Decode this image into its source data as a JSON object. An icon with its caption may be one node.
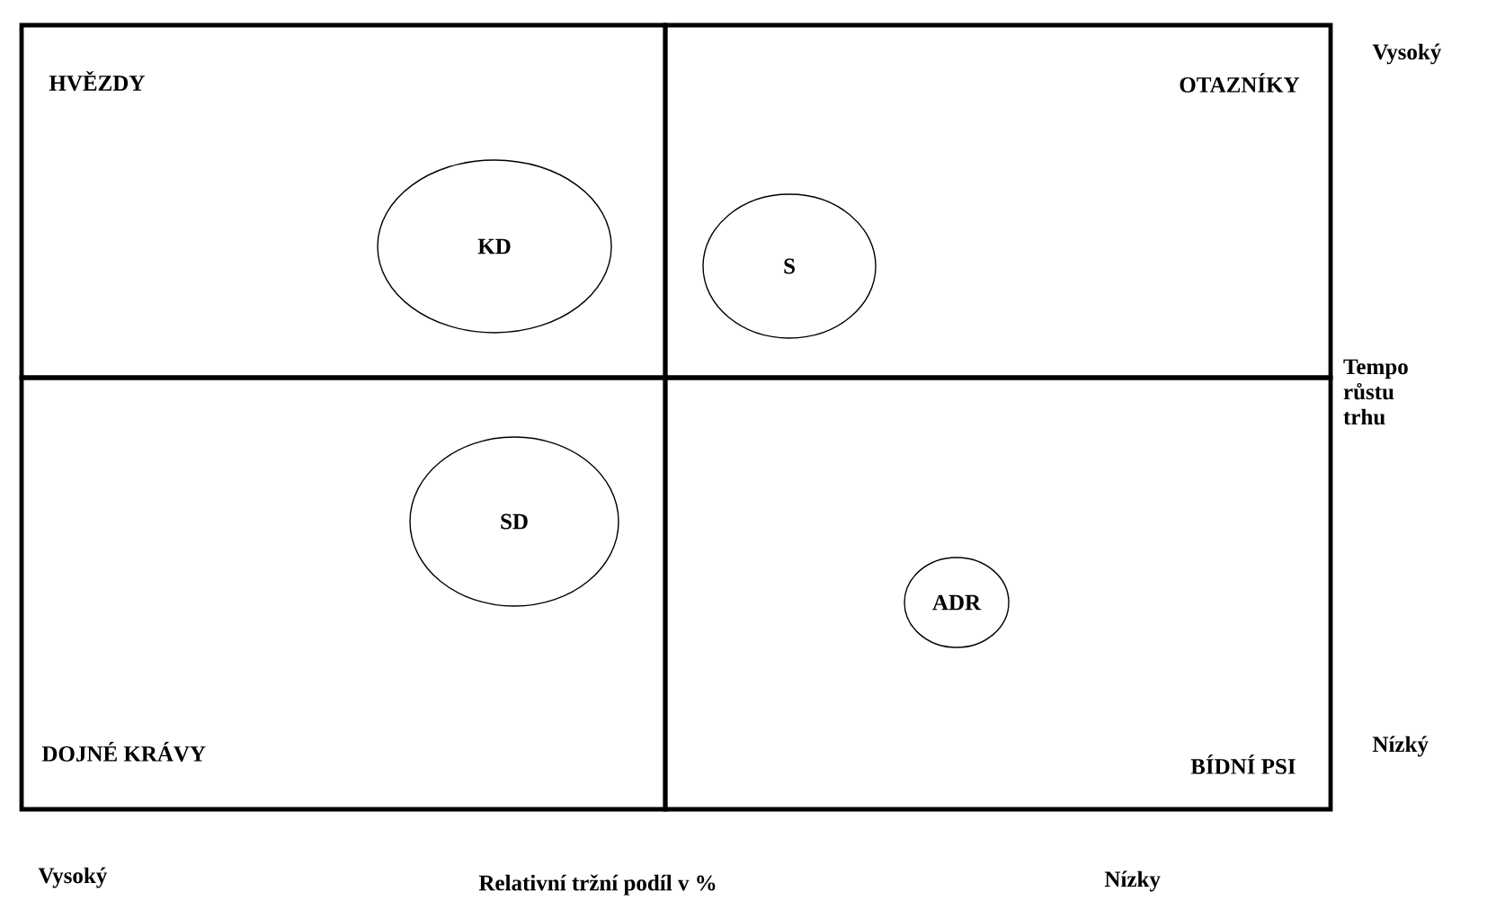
{
  "diagram": {
    "nodes": [
      {
        "text": [
          "HVĚZDY"
        ]
      },
      {
        "text": [
          "KD"
        ],
        "in": 0
      },
      {
        "text": [
          "OTAZNÍKY"
        ]
      },
      {
        "text": [
          "S"
        ],
        "in": 2
      },
      {
        "text": [
          "DOJNÉ KRÁVY"
        ]
      },
      {
        "text": [
          "SD"
        ],
        "in": 4
      },
      {
        "text": [
          "BÍDNÍ PSI"
        ]
      },
      {
        "text": [
          "ADR"
        ],
        "in": 6
      }
    ],
    "labels": [
      "Vysoký",
      "Tempo růstu trhu",
      "Nízký",
      "Vysoký",
      "Relativní tržní podíl v %",
      "Nízky"
    ]
  }
}
